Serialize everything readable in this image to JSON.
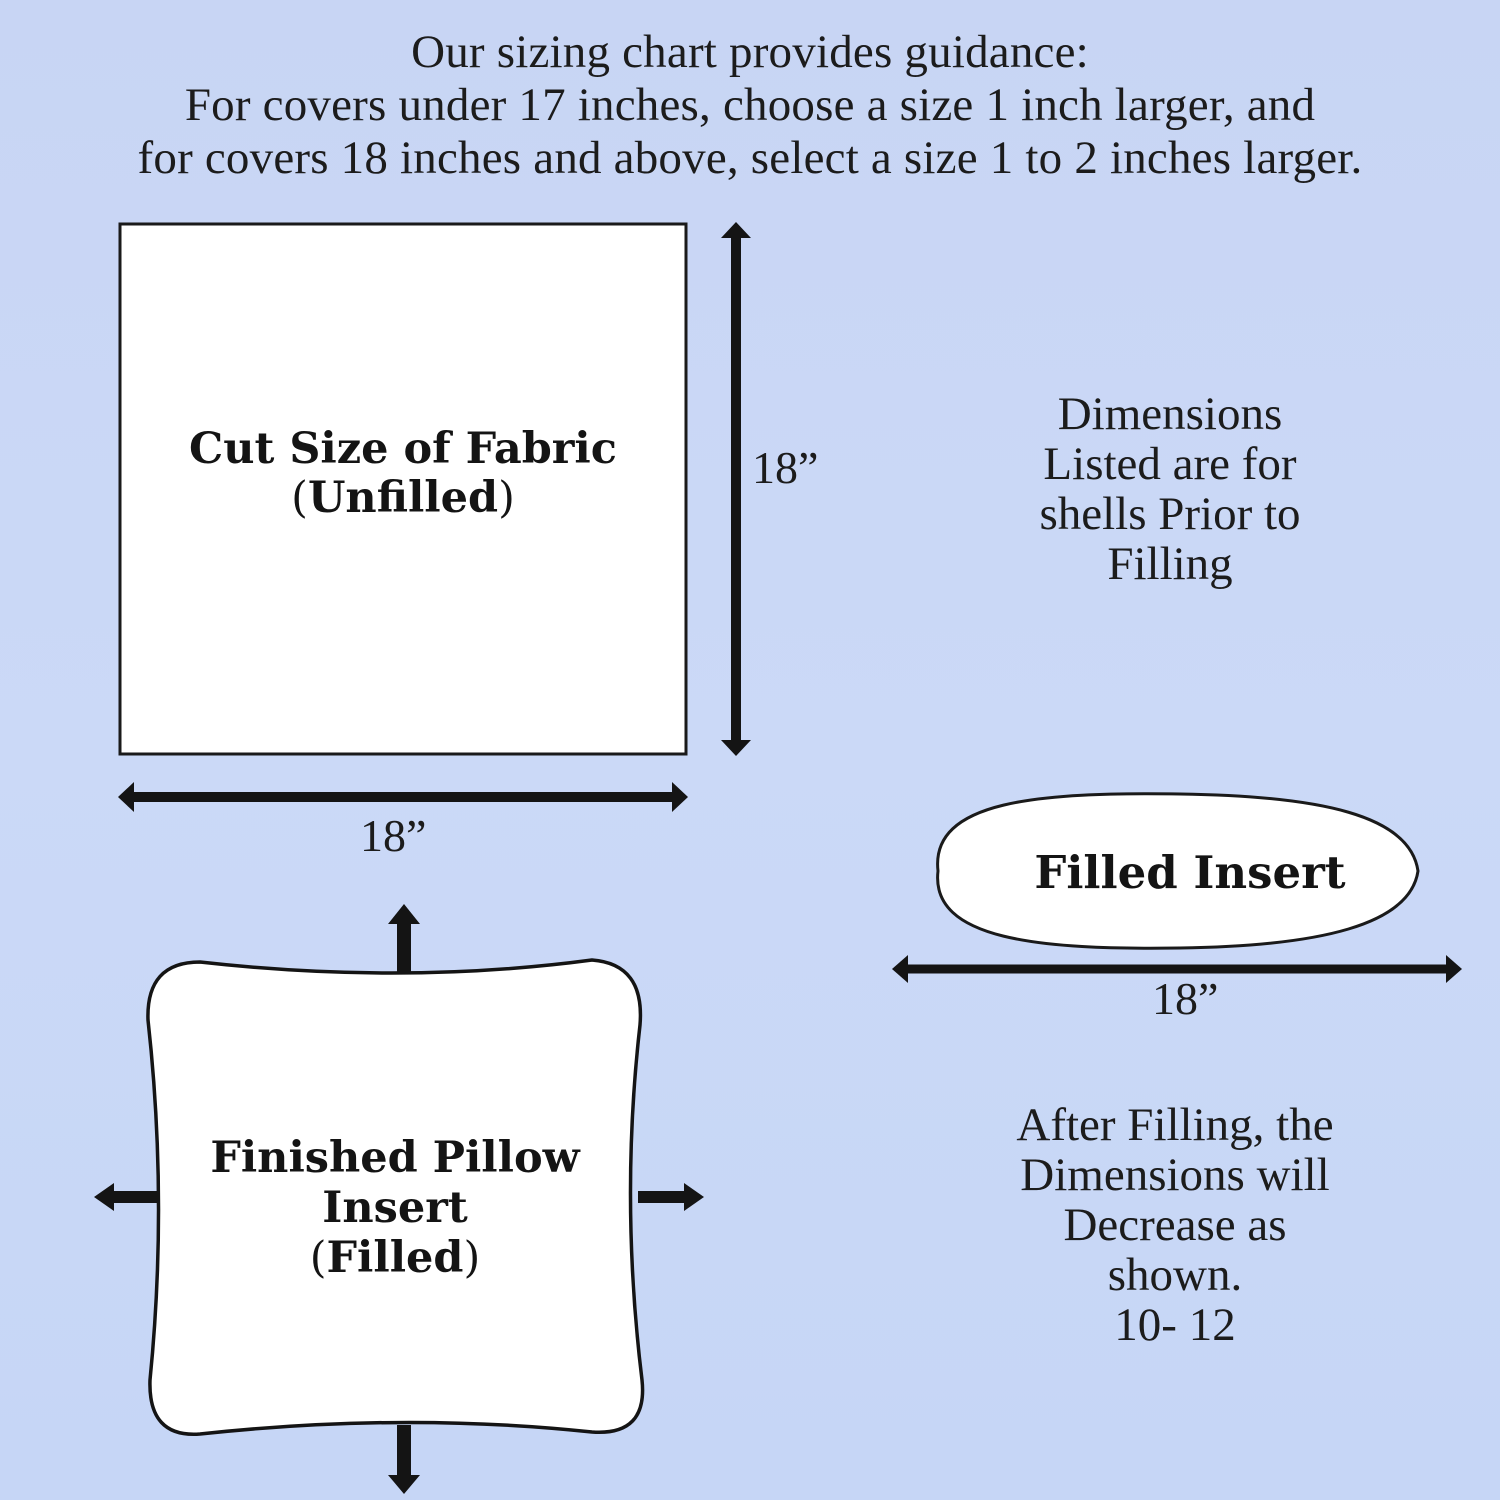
{
  "heading": {
    "line1": "Our sizing chart provides guidance:",
    "line2": "For covers under 17 inches, choose a size 1 inch larger, and",
    "line3": "for covers 18 inches and above, select a size 1 to 2 inches larger."
  },
  "cut_fabric": {
    "title": "Cut Size of Fabric",
    "subtitle_open": "(",
    "subtitle": "Unfilled",
    "subtitle_close": ")",
    "height_label": "18”",
    "width_label": "18”"
  },
  "filled_insert": {
    "title": "Filled Insert",
    "width_label": "18”"
  },
  "finished_pillow": {
    "title_line1": "Finished Pillow",
    "title_line2": "Insert",
    "subtitle_open": "(",
    "subtitle": "Filled",
    "subtitle_close": ")"
  },
  "note_dimensions": {
    "line1": "Dimensions",
    "line2": "Listed are for",
    "line3": "shells Prior to",
    "line4": "Filling"
  },
  "note_after": {
    "line1": "After Filling, the",
    "line2": "Dimensions will",
    "line3": "Decrease as",
    "line4": "shown.",
    "line5": "10- 12"
  },
  "colors": {
    "background": "#c8d5f4",
    "ink": "#141414",
    "panel": "#ffffff"
  }
}
